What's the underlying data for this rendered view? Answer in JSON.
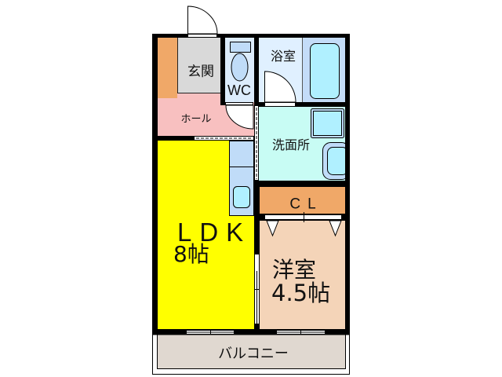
{
  "plan": {
    "entrance": {
      "label": "玄関"
    },
    "toilet": {
      "label": "WC"
    },
    "bathroom": {
      "label": "浴室"
    },
    "hall": {
      "label": "ホール"
    },
    "washroom": {
      "label": "洗面所"
    },
    "closet": {
      "label": "CL"
    },
    "ldk": {
      "label": "LDK",
      "size": "8帖"
    },
    "western_room": {
      "label": "洋室",
      "size": "4.5帖"
    },
    "balcony": {
      "label": "バルコニー"
    }
  },
  "colors": {
    "wall": "#000000",
    "ldk": "#ffff00",
    "hall": "#f8c0c0",
    "entrance": "#d9d9d9",
    "shoe_storage": "#f0a868",
    "toilet": "#dcecfc",
    "bathroom": "#e0f0ff",
    "bathtub_area": "#c4dcf8",
    "fixture_water": "#b0f0ff",
    "counter": "#c0dcf8",
    "washroom": "#c8fcf4",
    "closet": "#f0a868",
    "western_room": "#f4d4b8",
    "balcony": "#e0d8d0"
  }
}
